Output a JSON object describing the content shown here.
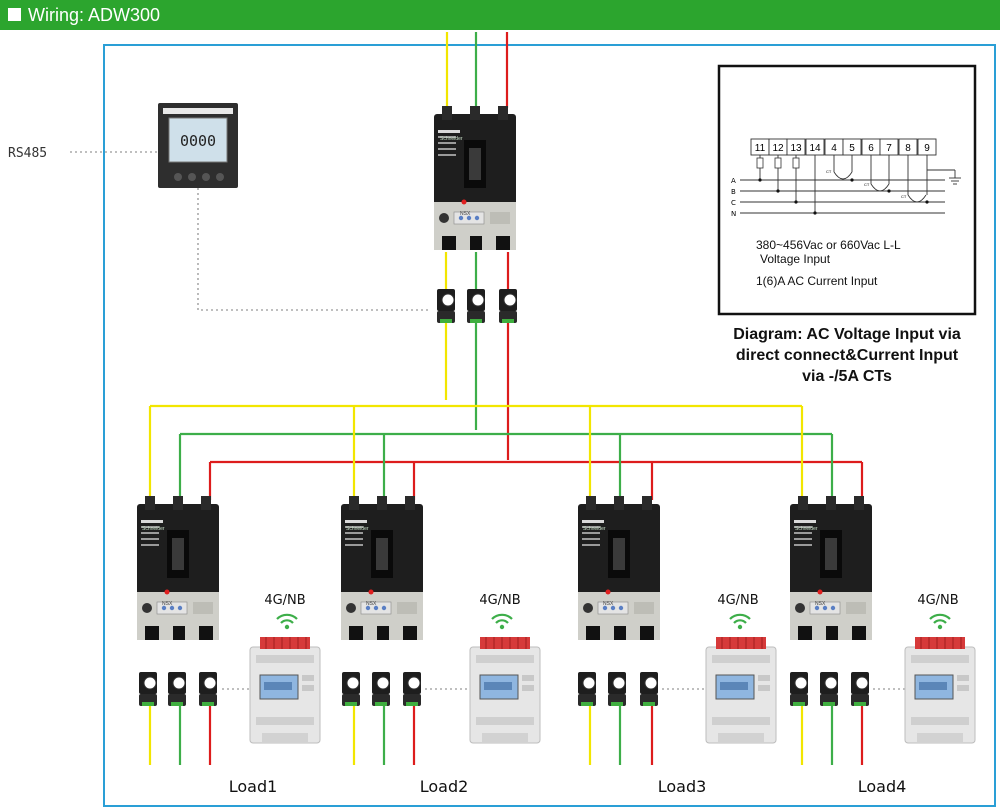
{
  "header": {
    "title": "Wiring: ADW300"
  },
  "labels": {
    "rs485": "RS485",
    "comm": "4G/NB",
    "loads": [
      "Load1",
      "Load2",
      "Load3",
      "Load4"
    ],
    "meter_display": "0000",
    "breaker_brand": "Schneider",
    "breaker_model": "NSX"
  },
  "inset": {
    "terminals": [
      "11",
      "12",
      "13",
      "14",
      "4",
      "5",
      "6",
      "7",
      "8",
      "9"
    ],
    "phases": [
      "A",
      "B",
      "C",
      "N"
    ],
    "ct_label": "CT",
    "voltage_text_1": "380~456Vac or 660Vac L-L",
    "voltage_text_2": "Voltage Input",
    "current_text": "1(6)A AC Current Input"
  },
  "caption": {
    "line1": "Diagram: AC Voltage Input via",
    "line2": "direct connect&Current Input",
    "line3": "via -/5A CTs"
  },
  "colors": {
    "header": "#2ca52e",
    "frame": "#2a9fd6",
    "phase_yellow": "#f2e600",
    "phase_green": "#3dae49",
    "phase_red": "#dd1c1c",
    "signal": "#e23a3a"
  }
}
